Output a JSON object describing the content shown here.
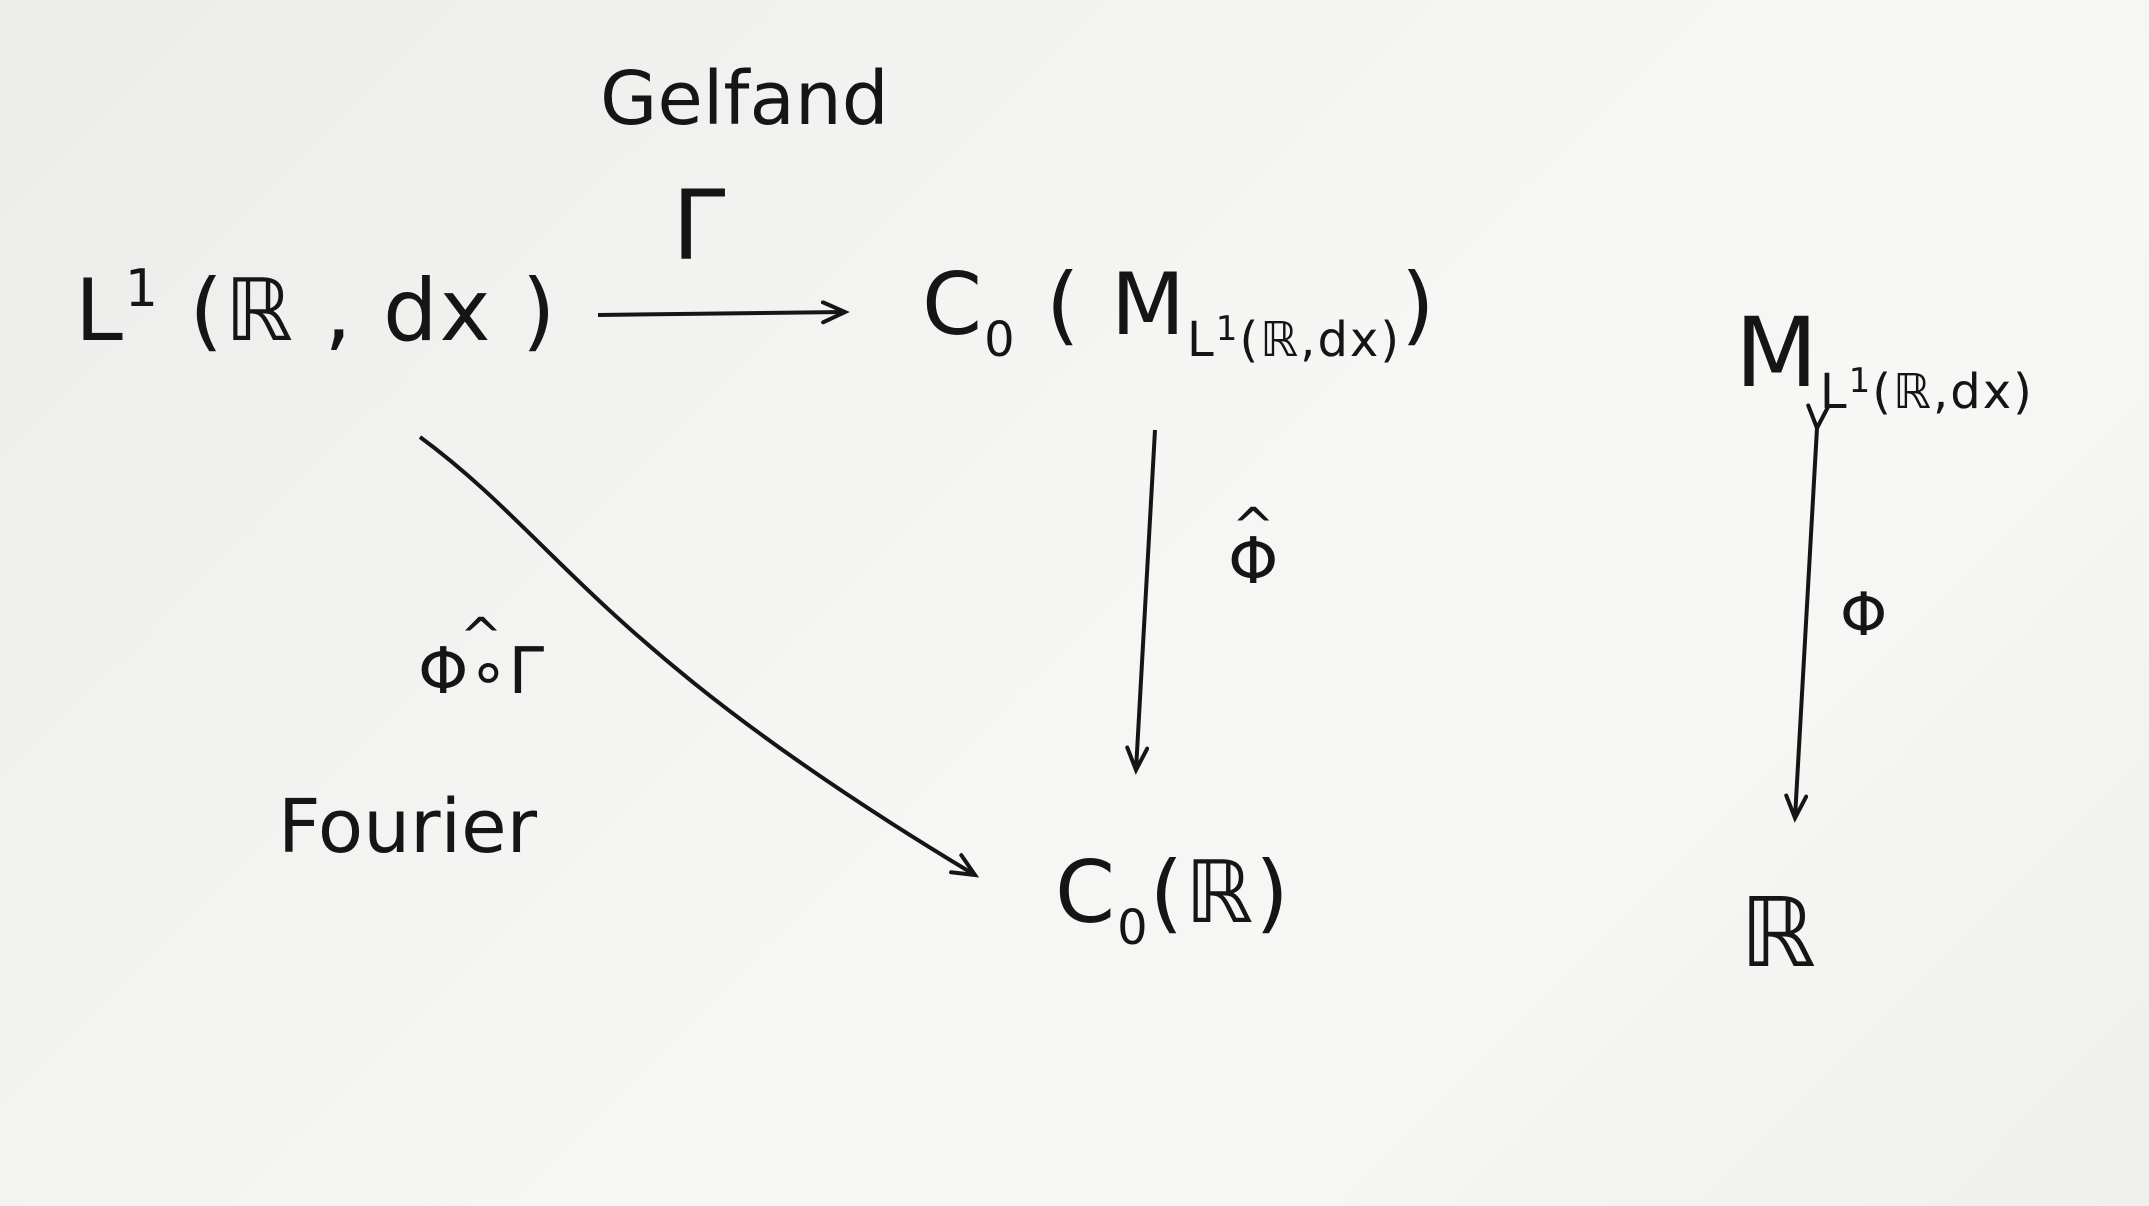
{
  "labels": {
    "gelfand": "Gelfand",
    "gamma": "Γ",
    "fourier": "Fourier",
    "phi_hat": "Φ",
    "phi_hat_gamma": "Φ∘Γ",
    "phi": "Φ"
  },
  "nodes": {
    "l1": {
      "main": "L",
      "sup": "1",
      "args": "(ℝ , dx )"
    },
    "c0_m": {
      "main": "C",
      "sub": "0",
      "mid": "( M",
      "msub": "L",
      "msup": "1",
      "margs": "(ℝ,dx)",
      "close": ")"
    },
    "c0_r": {
      "main": "C",
      "sub": "0",
      "args": "(ℝ)"
    },
    "m": {
      "main": "M",
      "msub": "L",
      "msup": "1",
      "margs": "(ℝ,dx)"
    },
    "r": {
      "main": "ℝ"
    }
  }
}
